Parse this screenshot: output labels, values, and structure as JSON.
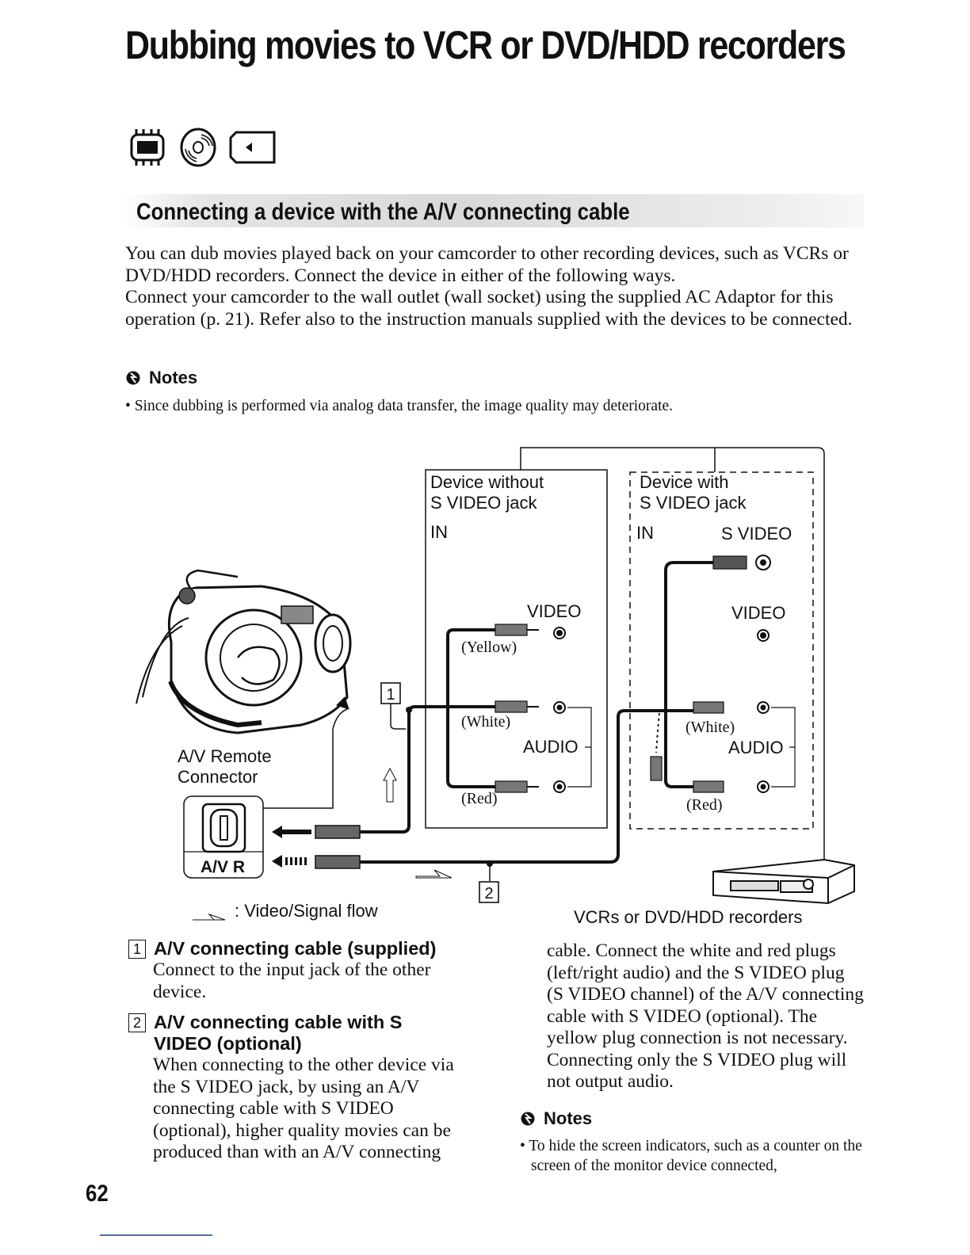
{
  "page": {
    "title": "Dubbing movies to VCR or DVD/HDD recorders",
    "media_icons": [
      "hdd-icon",
      "dvd-icon",
      "memory-stick-icon"
    ],
    "section_title": "Connecting a device with the A/V connecting cable",
    "intro": [
      "You can dub movies played back on your camcorder to other recording devices, such as VCRs or DVD/HDD recorders. Connect the device in either of the following ways.",
      "Connect your camcorder to the wall outlet (wall socket) using the supplied AC Adaptor for this operation (p. 21). Refer also to the instruction manuals supplied with the devices to be connected."
    ],
    "notes_heading": "Notes",
    "note1": "Since dubbing is performed via analog data transfer, the image quality may deteriorate.",
    "diagram": {
      "box_left_title1": "Device without",
      "box_left_title2": "S VIDEO jack",
      "box_left_in": "IN",
      "box_right_title1": "Device with",
      "box_right_title2": "S VIDEO jack",
      "box_right_in": "IN",
      "svideo": "S VIDEO",
      "video": "VIDEO",
      "audio": "AUDIO",
      "yellow": "(Yellow)",
      "white": "(White)",
      "red": "(Red)",
      "av_remote1": "A/V Remote",
      "av_remote2": "Connector",
      "avr": "A/V R",
      "num1": "1",
      "num2": "2"
    },
    "legend": ": Video/Signal flow",
    "vcr_caption": "VCRs or DVD/HDD recorders",
    "item1_num": "1",
    "item1_title": "A/V connecting cable (supplied)",
    "item1_body": "Connect to the input jack of the other device.",
    "item2_num": "2",
    "item2_title": "A/V connecting cable with S VIDEO (optional)",
    "item2_body": "When connecting to the other device via the S VIDEO jack, by using an A/V connecting cable with S VIDEO (optional), higher quality movies can be produced than with an A/V connecting",
    "col2_body": "cable. Connect the white and red plugs (left/right audio) and the S VIDEO plug (S VIDEO channel) of the A/V connecting cable with S VIDEO (optional). The yellow plug connection is not necessary. Connecting only the S VIDEO plug will not output audio.",
    "notes2_heading": "Notes",
    "note2": "To hide the screen indicators, such as a counter on the screen of the monitor device connected,",
    "page_number": "62"
  }
}
